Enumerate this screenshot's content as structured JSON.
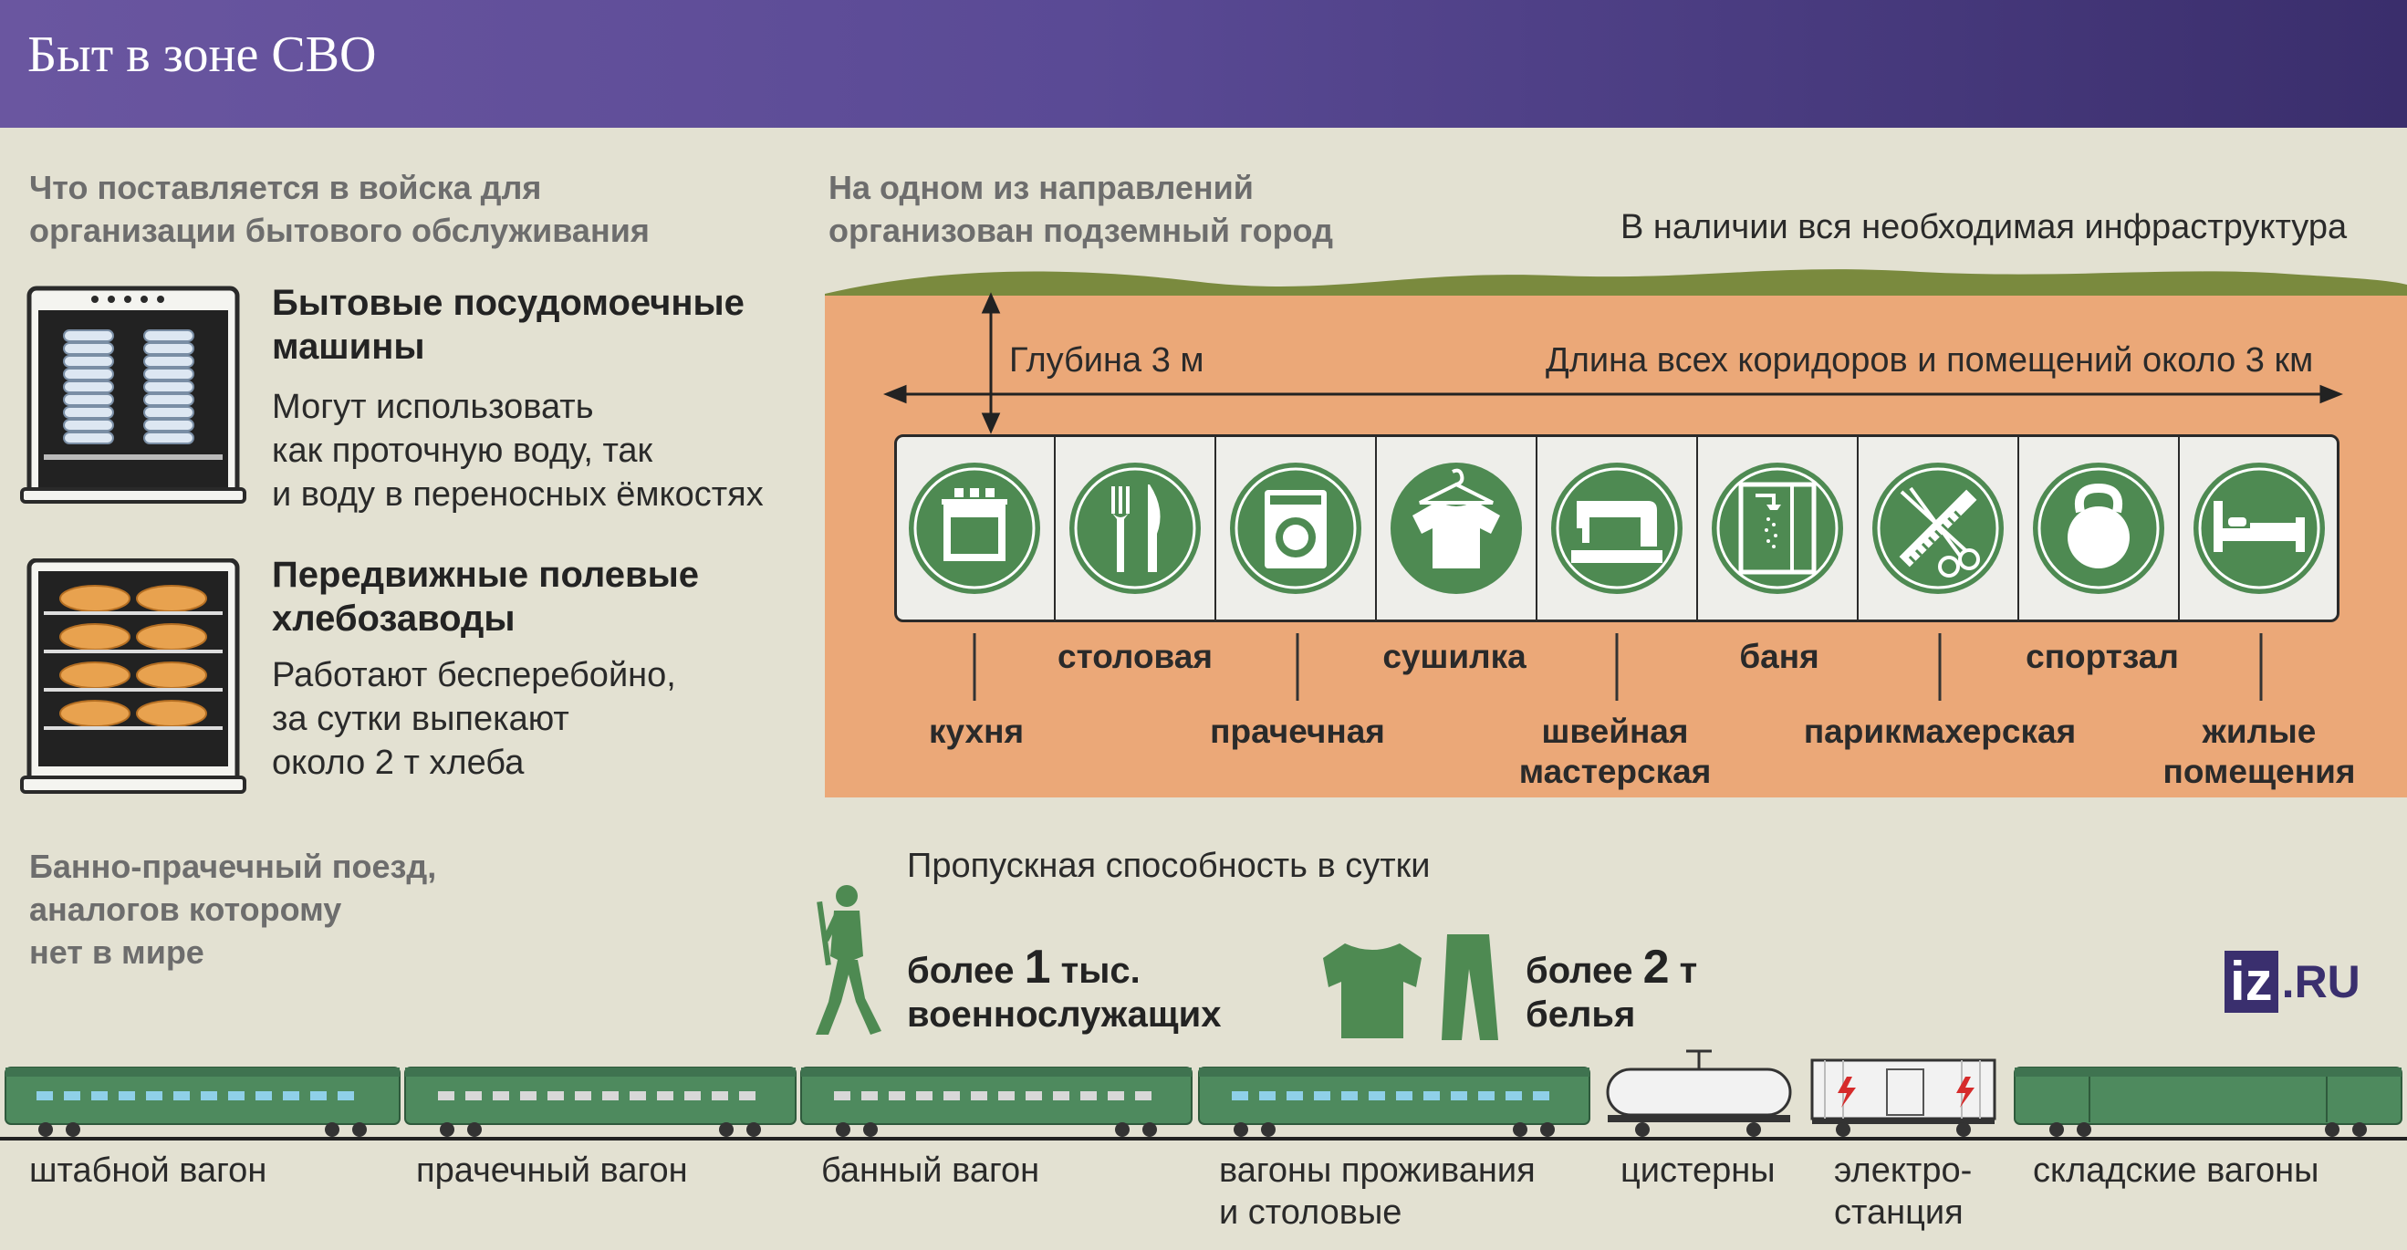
{
  "header": {
    "title": "Быт в зоне СВО"
  },
  "supplies": {
    "heading_line1": "Что поставляется в войска для",
    "heading_line2": "организации бытового обслуживания",
    "items": [
      {
        "title_line1": "Бытовые посудомоечные",
        "title_line2": "машины",
        "desc_line1": "Могут использовать",
        "desc_line2": "как проточную воду, так",
        "desc_line3": "и воду в переносных ёмкостях",
        "icon": "dishwasher-icon"
      },
      {
        "title_line1": "Передвижные полевые",
        "title_line2": "хлебозаводы",
        "desc_line1": "Работают бесперебойно,",
        "desc_line2": "за сутки выпекают",
        "desc_line3": "около 2 т хлеба",
        "icon": "bakery-oven-icon"
      }
    ]
  },
  "city": {
    "heading_line1": "На одном из направлений",
    "heading_line2": "организован подземный город",
    "infra": "В наличии вся необходимая инфраструктура",
    "depth": "Глубина 3 м",
    "length": "Длина всех коридоров и помещений около 3 км",
    "rooms": [
      {
        "icon": "stove-icon",
        "label": "кухня"
      },
      {
        "icon": "fork-knife-icon",
        "label": "столовая"
      },
      {
        "icon": "washing-machine-icon",
        "label": "прачечная"
      },
      {
        "icon": "shirt-hanger-icon",
        "label": "сушилка"
      },
      {
        "icon": "sewing-machine-icon",
        "label": "швейная мастерская"
      },
      {
        "icon": "shower-icon",
        "label": "баня"
      },
      {
        "icon": "scissors-comb-icon",
        "label": "парикмахерская"
      },
      {
        "icon": "kettlebell-icon",
        "label": "спортзал"
      },
      {
        "icon": "bed-icon",
        "label": "жилые помещения"
      }
    ],
    "labels": {
      "kitchen": "кухня",
      "canteen": "столовая",
      "laundry": "прачечная",
      "dryer": "сушилка",
      "sewing_1": "швейная",
      "sewing_2": "мастерская",
      "bath": "баня",
      "barber": "парикмахерская",
      "gym": "спортзал",
      "living_1": "жилые",
      "living_2": "помещения"
    }
  },
  "train": {
    "heading_line1": "Банно-прачечный поезд,",
    "heading_line2": "аналогов которому",
    "heading_line3": "нет в мире",
    "capacity_title": "Пропускная способность в сутки",
    "soldiers": {
      "pre": "более ",
      "num": "1",
      "unit": " тыс.",
      "line2": "военнослужащих"
    },
    "linen": {
      "pre": "более ",
      "num": "2",
      "unit": " т",
      "line2": "белья"
    },
    "cars": {
      "hq": "штабной вагон",
      "laundry": "прачечный вагон",
      "bath": "банный вагон",
      "living_1": "вагоны проживания",
      "living_2": "и столовые",
      "tanks": "цистерны",
      "power_1": "электро-",
      "power_2": "станция",
      "storage": "складские вагоны"
    },
    "colors": {
      "car_green": "#4e8a5e",
      "roof": "#3f7350"
    }
  },
  "logo": {
    "iz": "iz",
    "ru": ".RU"
  },
  "colors": {
    "ground": "#eba878",
    "grass": "#7a8a3e",
    "icon_green": "#4e8a52",
    "header": "#5a4a95"
  }
}
